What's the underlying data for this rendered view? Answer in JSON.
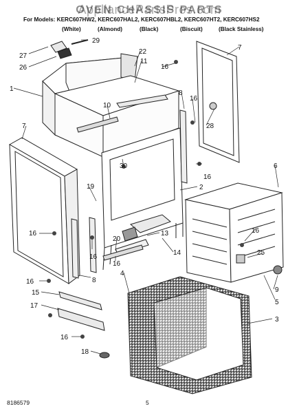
{
  "header": {
    "watermark": "AppliancePartsPros.com",
    "title": "OVEN CHASSIS PARTS",
    "models_line": "For Models: KERC607HW2, KERC607HAL2, KERC607HBL2, KERC607HT2, KERC607HS2",
    "finishes": [
      "(White)",
      "(Almond)",
      "(Black)",
      "(Biscuit)",
      "(Black Stainless)"
    ]
  },
  "callouts": [
    "1",
    "2",
    "3",
    "4",
    "5",
    "6",
    "7",
    "7",
    "8",
    "8",
    "9",
    "10",
    "11",
    "13",
    "14",
    "15",
    "16",
    "16",
    "16",
    "16",
    "16",
    "16",
    "16",
    "16",
    "16",
    "17",
    "18",
    "19",
    "20",
    "22",
    "25",
    "26",
    "27",
    "28",
    "29",
    "30"
  ],
  "footer": {
    "doc_number": "8186579",
    "page_number": "5"
  }
}
